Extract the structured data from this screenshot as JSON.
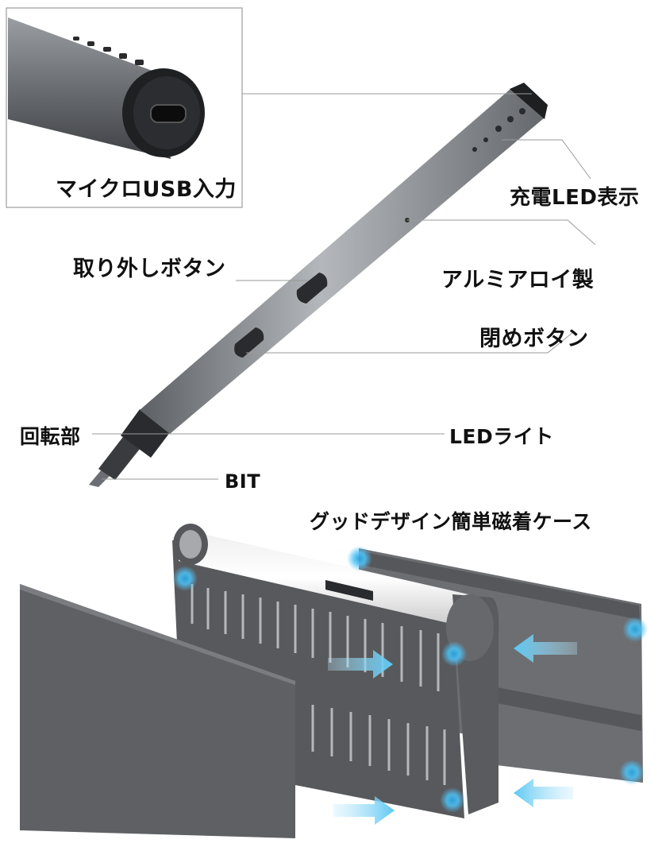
{
  "callouts": {
    "usb": "マイクロUSB入力",
    "charge_led": "充電LED表示",
    "aluminum": "アルミアロイ製",
    "release_button": "取り外しボタン",
    "close_button": "閉めボタン",
    "rotation": "回転部",
    "led_light": "LEDライト",
    "bit": "BIT",
    "case": "グッドデザイン簡単磁着ケース"
  },
  "colors": {
    "pen_body": "#8a8d91",
    "pen_dark": "#2a2a2c",
    "case_gray": "#5f6063",
    "magnet_glow": "#4fc3f7",
    "arrow": "#7fd3f5",
    "text": "#111111"
  },
  "icons": [
    "magnet-point-icon",
    "arrow-right-icon",
    "arrow-left-icon"
  ]
}
